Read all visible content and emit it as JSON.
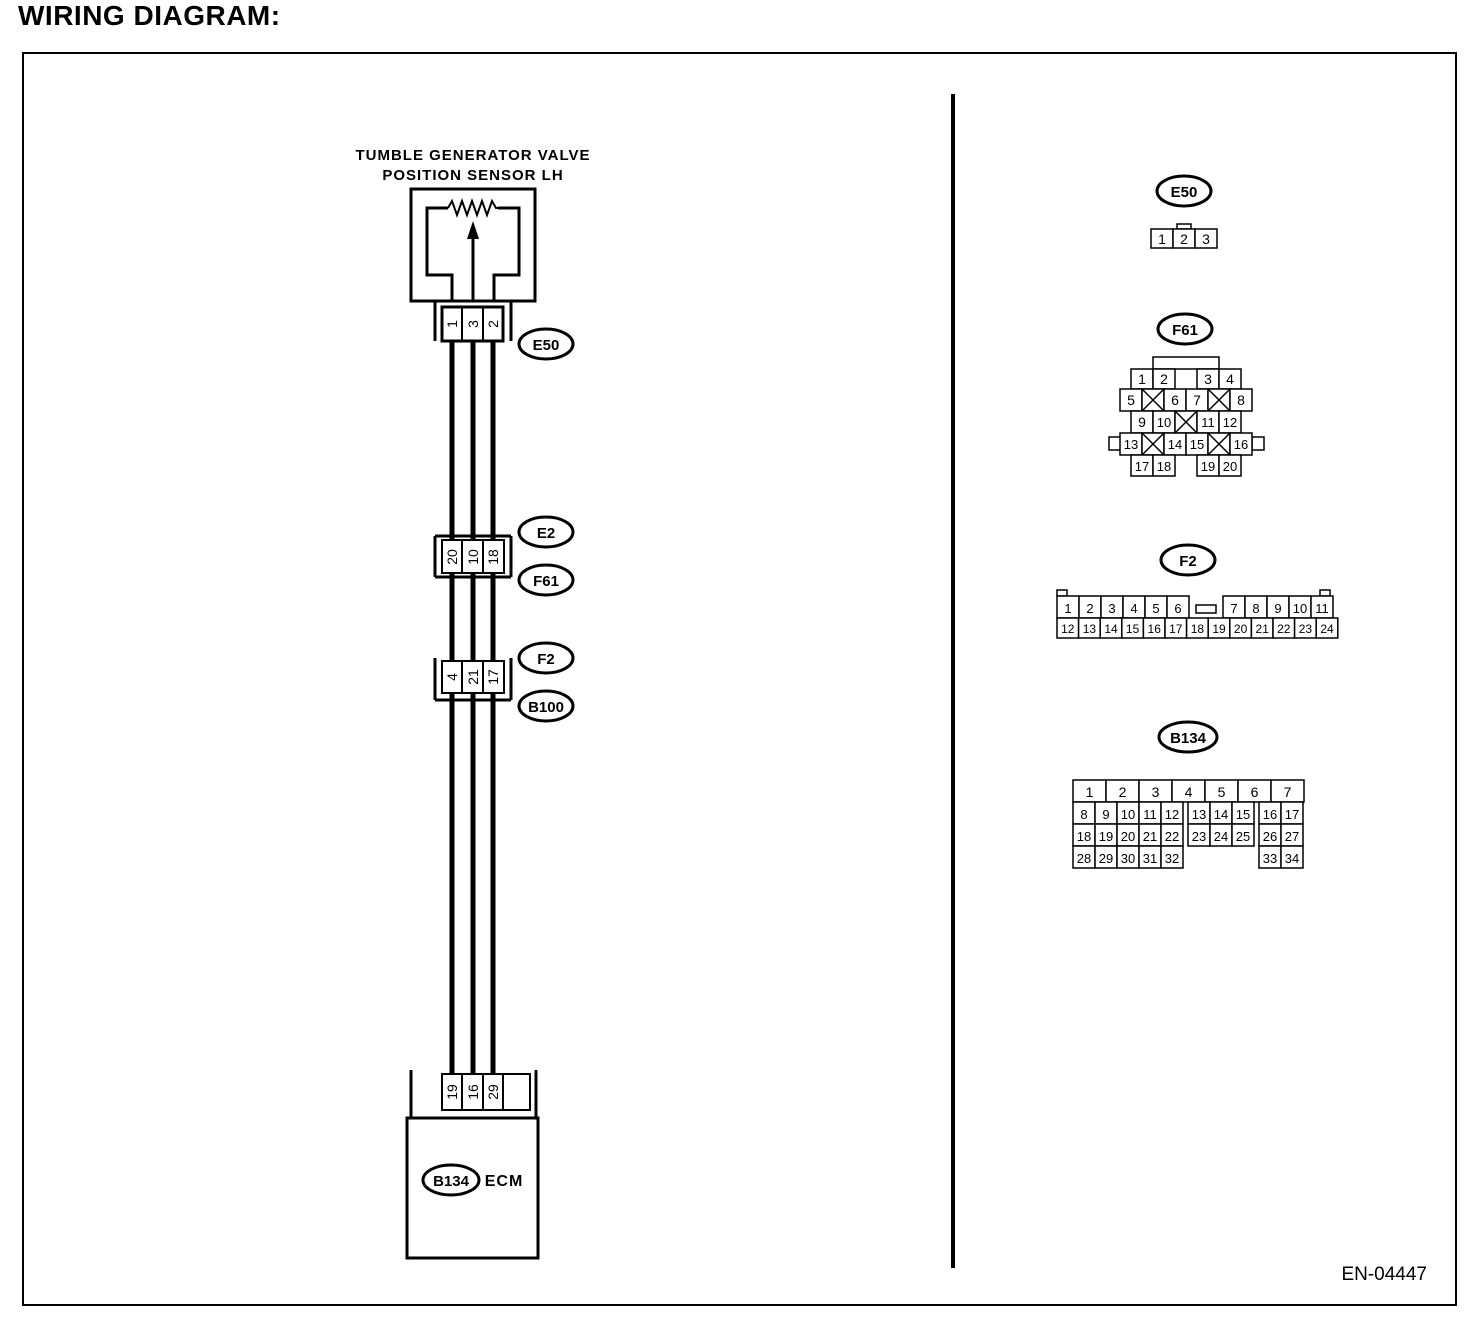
{
  "title": "WIRING DIAGRAM:",
  "diagram_code": "EN-04447",
  "sensor": {
    "title_line1": "TUMBLE GENERATOR VALVE",
    "title_line2": "POSITION SENSOR LH",
    "connector": "E50",
    "pins": [
      "1",
      "3",
      "2"
    ]
  },
  "joint1": {
    "connector_top": "E2",
    "connector_bottom": "F61",
    "pins": [
      "20",
      "10",
      "18"
    ]
  },
  "joint2": {
    "connector_top": "F2",
    "connector_bottom": "B100",
    "pins": [
      "4",
      "21",
      "17"
    ]
  },
  "ecm": {
    "connector": "B134",
    "label": "ECM",
    "pins": [
      "19",
      "16",
      "29"
    ]
  },
  "connector_views": {
    "e50": {
      "label": "E50",
      "rows": [
        [
          "1",
          "2",
          "3"
        ]
      ]
    },
    "f61": {
      "label": "F61",
      "rows": [
        [
          "1",
          "2",
          "",
          "3",
          "4"
        ],
        [
          "5",
          "6",
          "7",
          "8"
        ],
        [
          "9",
          "10",
          "11",
          "12"
        ],
        [
          "13",
          "14",
          "15",
          "16"
        ],
        [
          "17",
          "18",
          "19",
          "20"
        ]
      ]
    },
    "f2": {
      "label": "F2",
      "rows": [
        [
          "1",
          "2",
          "3",
          "4",
          "5",
          "6",
          "7",
          "8",
          "9",
          "10",
          "11"
        ],
        [
          "12",
          "13",
          "14",
          "15",
          "16",
          "17",
          "18",
          "19",
          "20",
          "21",
          "22",
          "23",
          "24"
        ]
      ]
    },
    "b134": {
      "label": "B134",
      "rows": [
        [
          "1",
          "2",
          "3",
          "4",
          "5",
          "6",
          "7"
        ],
        [
          "8",
          "9",
          "10",
          "11",
          "12",
          "13",
          "14",
          "15",
          "16",
          "17"
        ],
        [
          "18",
          "19",
          "20",
          "21",
          "22",
          "23",
          "24",
          "25",
          "26",
          "27"
        ],
        [
          "28",
          "29",
          "30",
          "31",
          "32",
          "33",
          "34"
        ]
      ]
    }
  }
}
